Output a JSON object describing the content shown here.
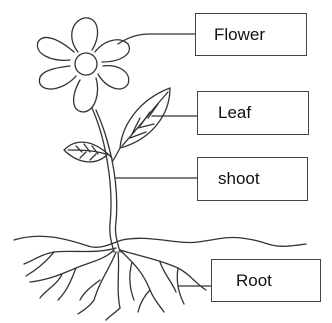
{
  "labels": {
    "flower": "Flower",
    "leaf": "Leaf",
    "shoot": "shoot",
    "root": "Root"
  }
}
